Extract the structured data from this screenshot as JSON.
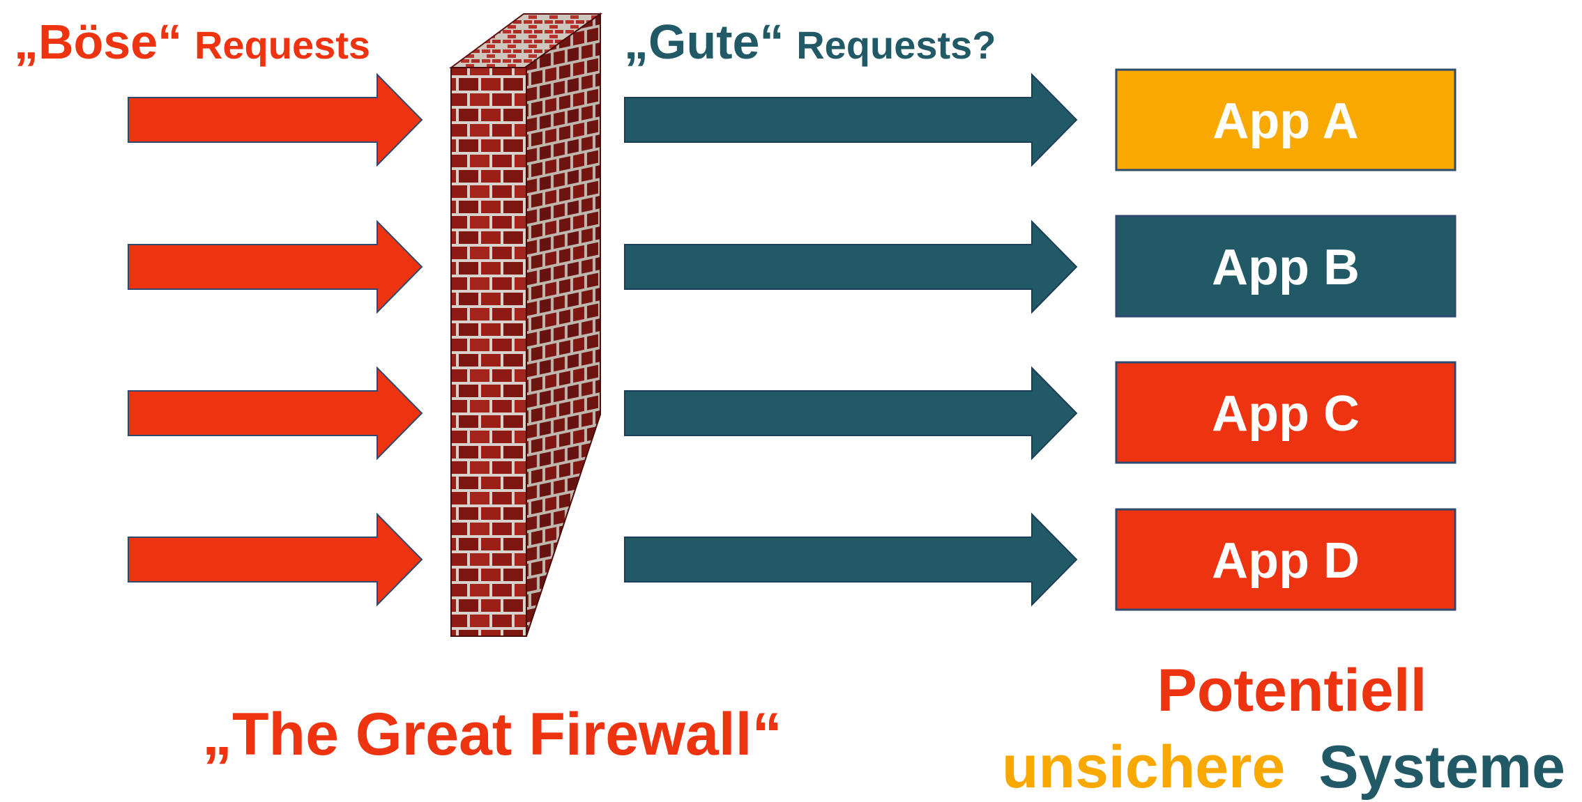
{
  "header": {
    "bad_quote": "„Böse“",
    "bad_word": "Requests",
    "good_quote": "„Gute“",
    "good_word": "Requests?"
  },
  "apps": [
    {
      "label": "App A",
      "color": "#F9A800"
    },
    {
      "label": "App B",
      "color": "#215A66"
    },
    {
      "label": "App C",
      "color": "#EE3311"
    },
    {
      "label": "App D",
      "color": "#EE3311"
    }
  ],
  "firewall": {
    "caption": "„The Great Firewall“"
  },
  "systems": {
    "line1": "Potentiell",
    "line2_a": "unsichere",
    "line2_b": "Systeme"
  },
  "colors": {
    "bad": "#EE3311",
    "good": "#215A66",
    "warn": "#F9A800",
    "brick": "#8E1A14",
    "mortar": "#D9D2CC"
  }
}
